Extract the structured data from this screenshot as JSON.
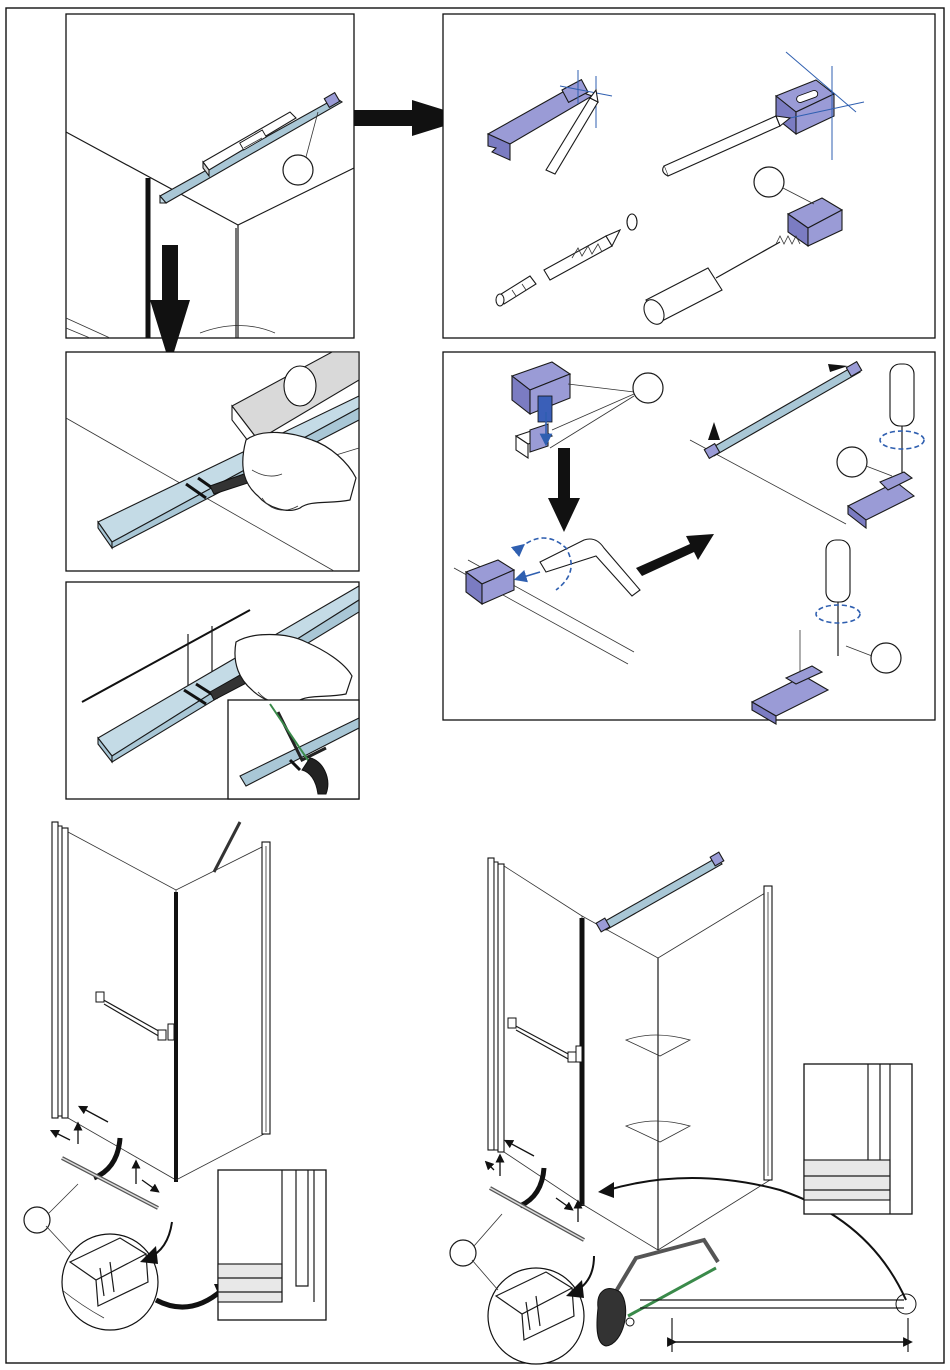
{
  "steps": [
    {
      "id": "level-on-wall-corner"
    },
    {
      "id": "mark-and-fix-wall-bracket"
    },
    {
      "id": "mark-profile-with-pencil"
    },
    {
      "id": "bracket-and-support-bar-assembly"
    },
    {
      "id": "mark-cut-line-and-saw"
    },
    {
      "id": "door-panel-with-bottom-seal"
    },
    {
      "id": "corner-enclosure-with-support-bar"
    }
  ],
  "callouts": [
    {
      "id": "callout-1"
    },
    {
      "id": "callout-2"
    },
    {
      "id": "callout-3"
    },
    {
      "id": "callout-4"
    },
    {
      "id": "callout-5"
    },
    {
      "id": "callout-6"
    },
    {
      "id": "callout-7"
    }
  ],
  "icons": [
    "spirit-level-icon",
    "pencil-icon",
    "drill-bit-icon",
    "wall-plug-icon",
    "screwdriver-icon",
    "hex-key-icon",
    "hacksaw-icon",
    "rotate-arrow-icon",
    "direction-arrow-icon"
  ],
  "colors": {
    "part": "#9a9bd6",
    "rail": "#a9c7d6",
    "rotation_arrow": "#2f5fb0",
    "outline": "#111111"
  }
}
